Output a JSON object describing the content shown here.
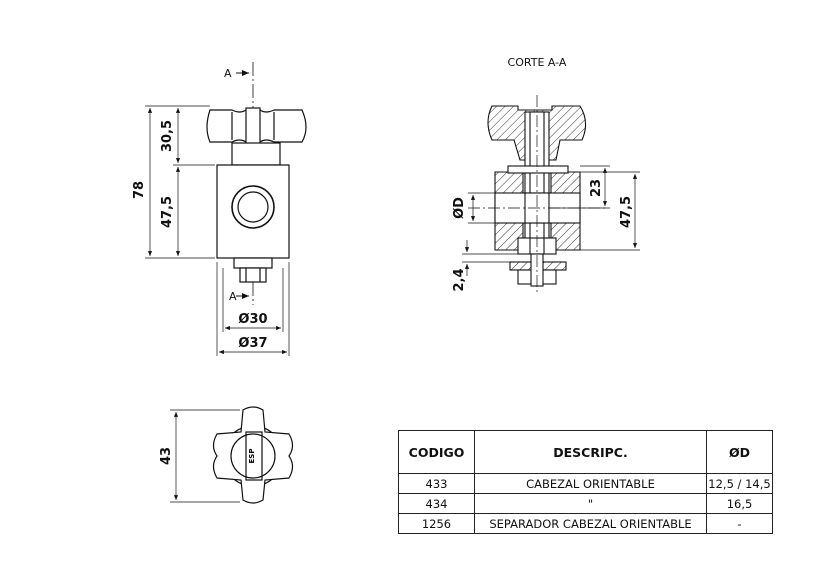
{
  "section_title": "CORTE A-A",
  "section_marker": "A",
  "front_view": {
    "dim_height_total": "78",
    "dim_knob_height": "30,5",
    "dim_body_height": "47,5",
    "dim_inner_dia": "Ø30",
    "dim_outer_dia": "Ø37"
  },
  "section_view": {
    "dim_bore": "ØD",
    "dim_23": "23",
    "dim_body": "47,5",
    "dim_gap": "2,4"
  },
  "top_view": {
    "dim_width": "43",
    "brand_mark": "ESP"
  },
  "table": {
    "headers": [
      "CODIGO",
      "DESCRIPC.",
      "ØD"
    ],
    "rows": [
      [
        "433",
        "CABEZAL ORIENTABLE",
        "12,5 / 14,5"
      ],
      [
        "434",
        "\"",
        "16,5"
      ],
      [
        "1256",
        "SEPARADOR CABEZAL ORIENTABLE",
        "-"
      ]
    ]
  }
}
